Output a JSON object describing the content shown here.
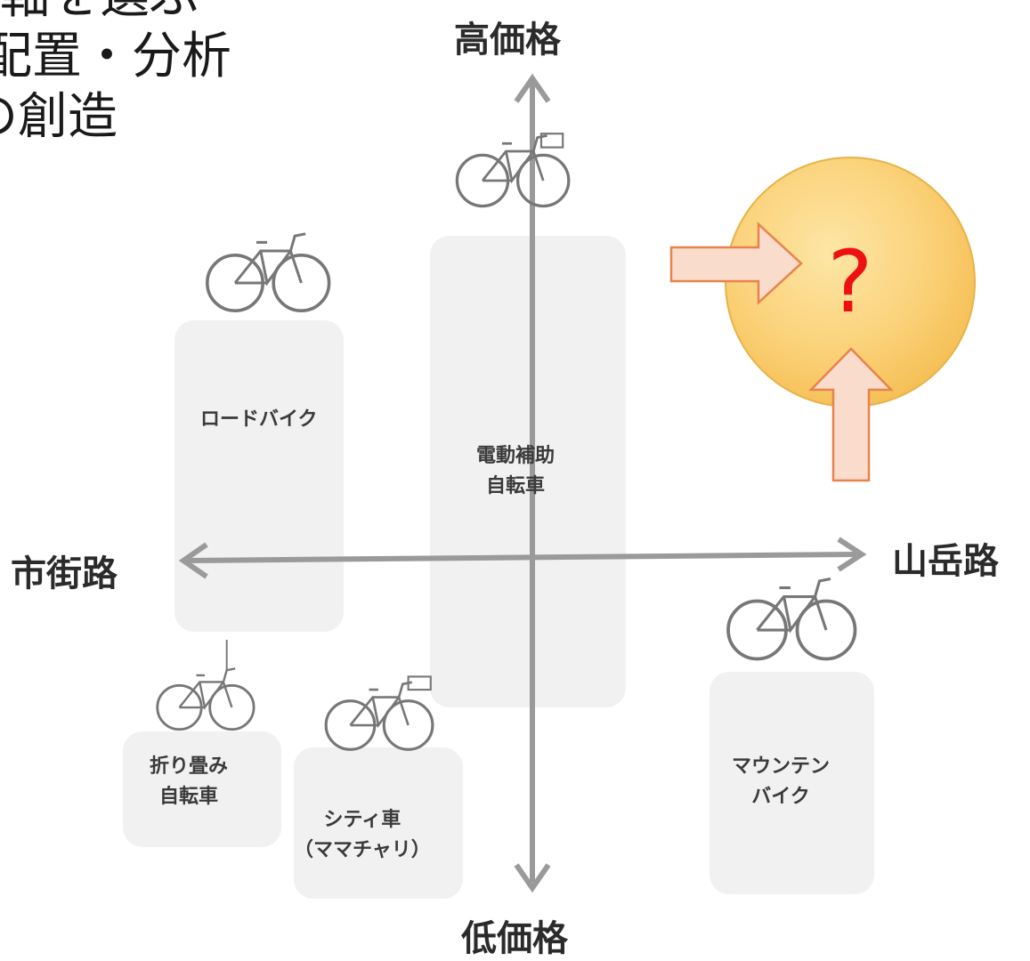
{
  "slide": {
    "heading_lines": [
      "軸を選ぶ",
      "配置・分析",
      "の創造"
    ]
  },
  "axes": {
    "top": "高価格",
    "bottom": "低価格",
    "left": "市街路",
    "right": "山岳路"
  },
  "categories": {
    "road_bike": "ロードバイク",
    "e_assist": [
      "電動補助",
      "自転車"
    ],
    "folding": [
      "折り畳み",
      "自転車"
    ],
    "city": [
      "シティ車",
      "（ママチャリ）"
    ],
    "mountain": [
      "マウンテン",
      "バイク"
    ]
  },
  "highlight": {
    "mark": "?",
    "fill_color": "#fbd27a",
    "arrow_color": "#f9dccc",
    "mark_color": "#ee1111"
  }
}
